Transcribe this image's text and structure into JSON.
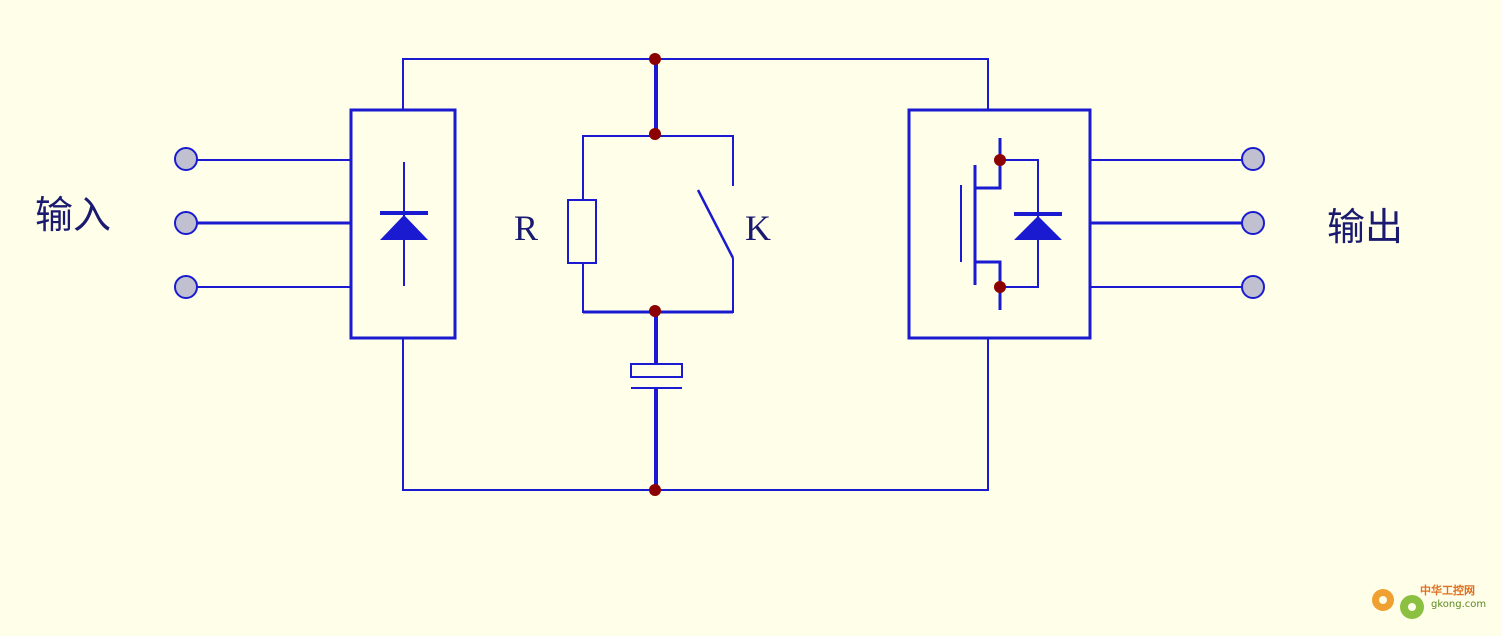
{
  "labels": {
    "input": "输入",
    "output": "输出",
    "resistor": "R",
    "switch": "K"
  },
  "watermark": {
    "name": "中华工控网",
    "domain": "gkong.com"
  },
  "colors": {
    "background": "#fffee9",
    "wire": "#1a1ad0",
    "junction": "#8b0000",
    "terminal": "#c0c0d0",
    "text": "#1a1a70"
  }
}
